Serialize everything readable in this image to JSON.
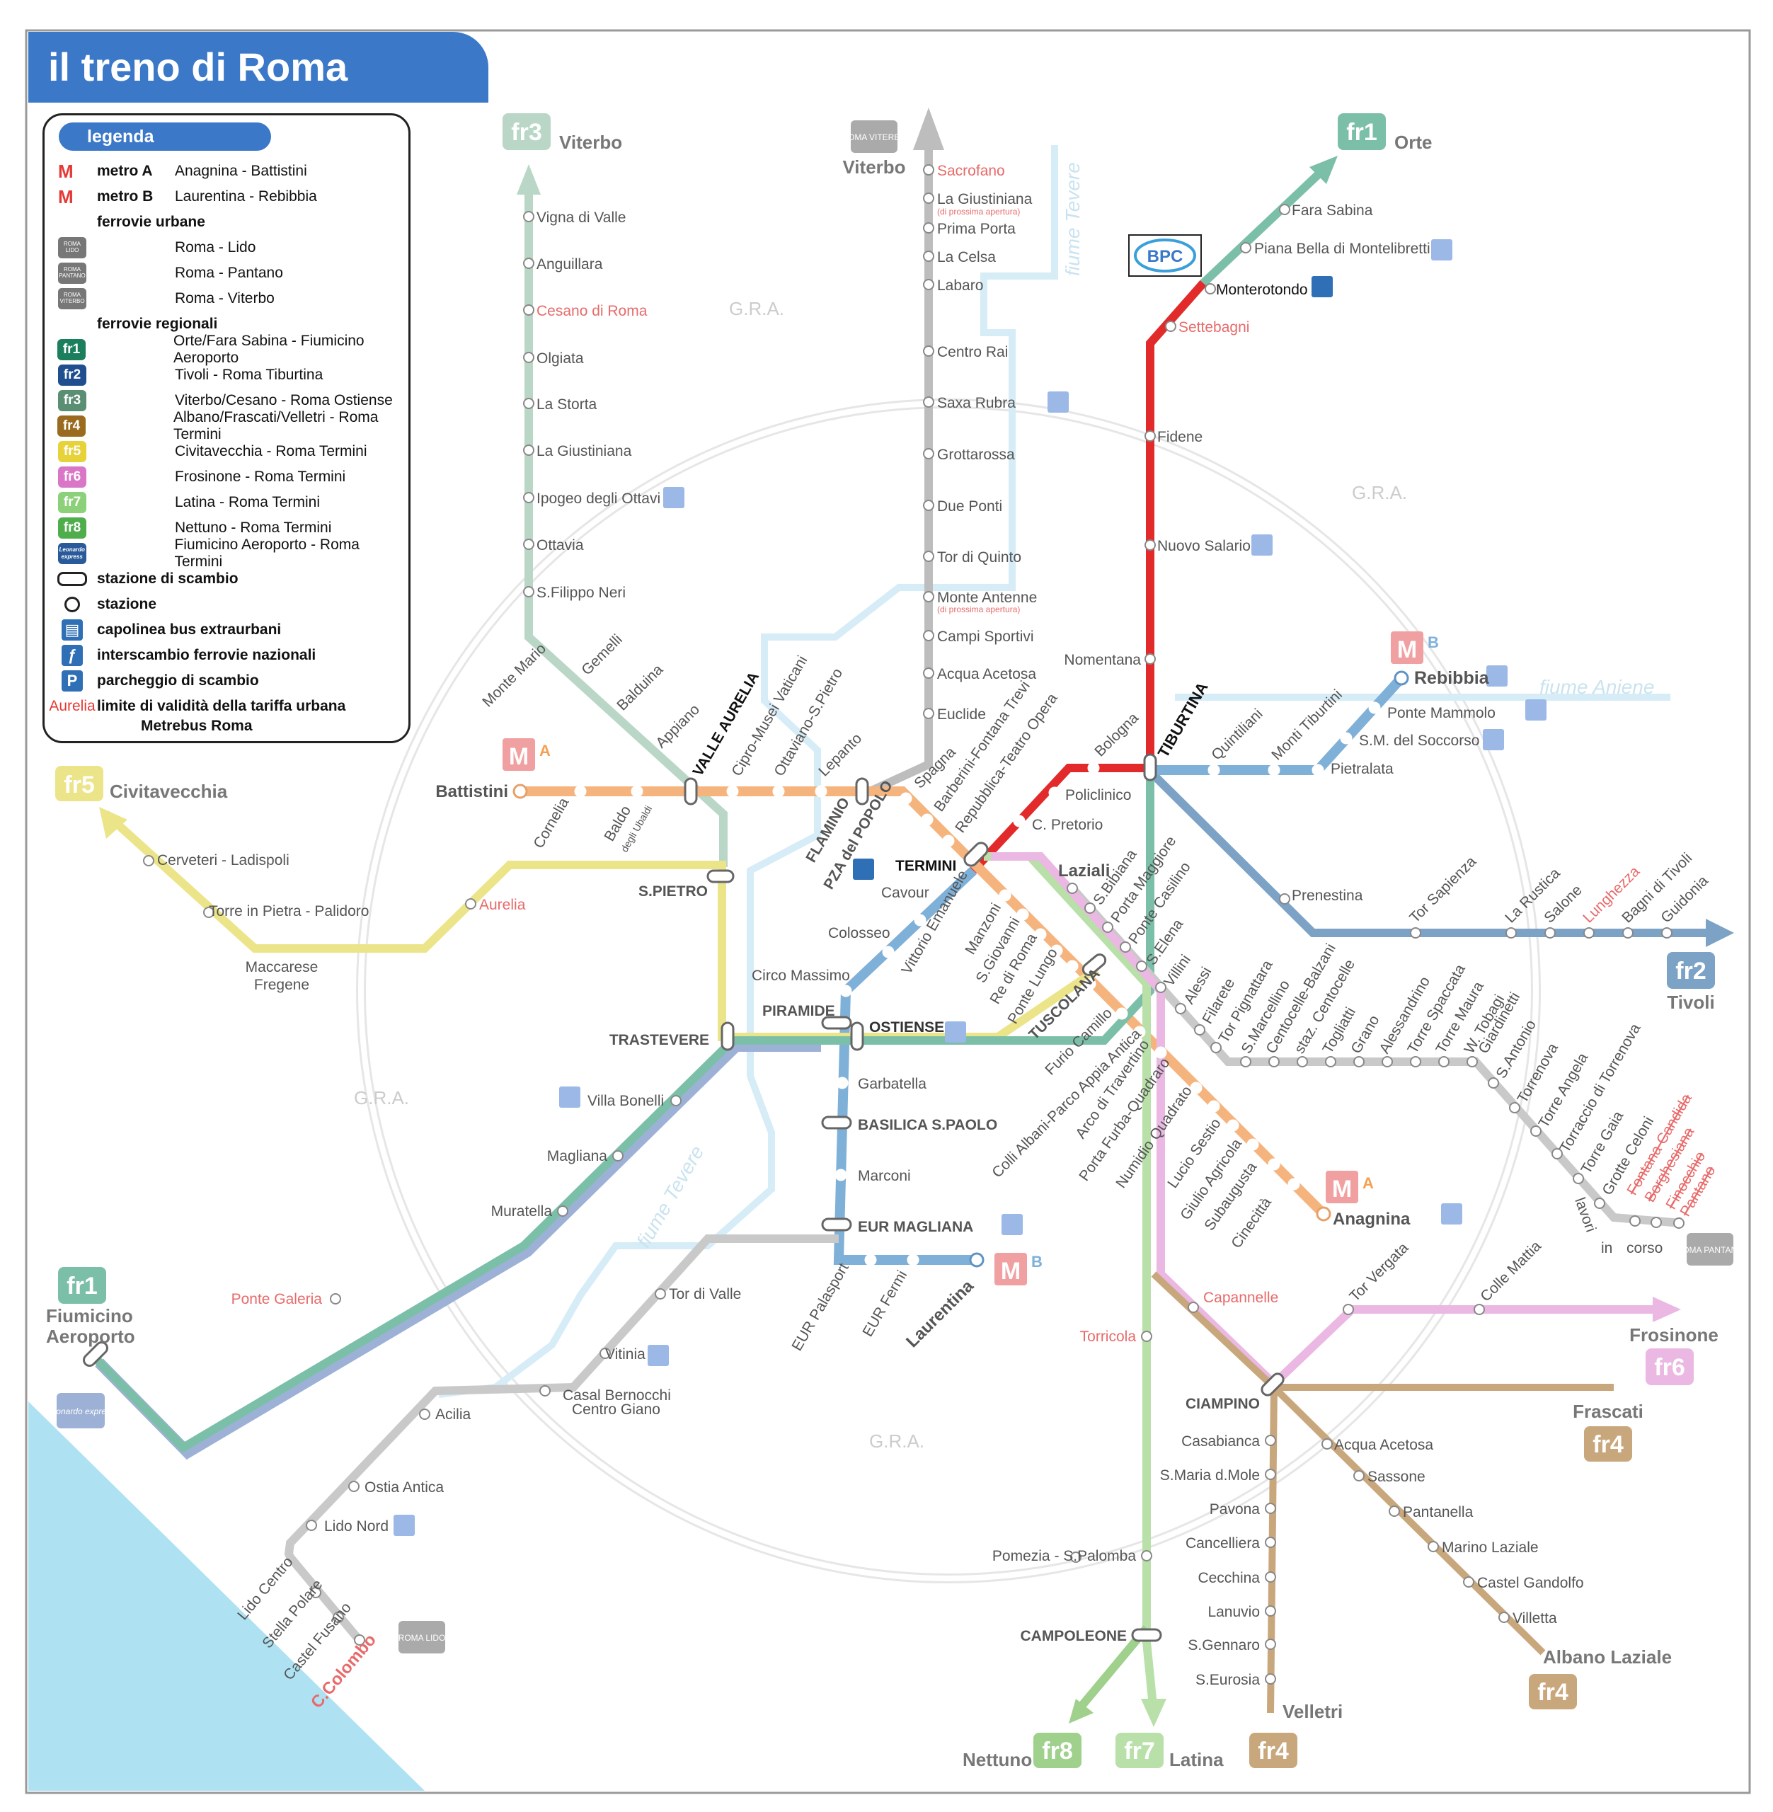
{
  "title": "il treno di Roma",
  "legend": {
    "heading": "legenda",
    "metro_a_label": "metro A",
    "metro_a_route": "Anagnina - Battistini",
    "metro_b_label": "metro B",
    "metro_b_route": "Laurentina - Rebibbia",
    "urban_heading": "ferrovie urbane",
    "urban": [
      {
        "badge": "ROMA LIDO",
        "route": "Roma - Lido"
      },
      {
        "badge": "ROMA PANTANO",
        "route": "Roma - Pantano"
      },
      {
        "badge": "ROMA VITERBO",
        "route": "Roma - Viterbo"
      }
    ],
    "regional_heading": "ferrovie regionali",
    "regional": [
      {
        "badge": "fr1",
        "color": "#1b7f5e",
        "route": "Orte/Fara Sabina - Fiumicino Aeroporto"
      },
      {
        "badge": "fr2",
        "color": "#1f4f8f",
        "route": "Tivoli - Roma Tiburtina"
      },
      {
        "badge": "fr3",
        "color": "#5a8f74",
        "route": "Viterbo/Cesano - Roma Ostiense"
      },
      {
        "badge": "fr4",
        "color": "#9a6a1e",
        "route": "Albano/Frascati/Velletri - Roma Termini"
      },
      {
        "badge": "fr5",
        "color": "#e8d23a",
        "route": "Civitavecchia - Roma Termini"
      },
      {
        "badge": "fr6",
        "color": "#d977c6",
        "route": "Frosinone - Roma Termini"
      },
      {
        "badge": "fr7",
        "color": "#8cd17a",
        "route": "Latina - Roma Termini"
      },
      {
        "badge": "fr8",
        "color": "#4fae4b",
        "route": "Nettuno - Roma Termini"
      },
      {
        "badge": "Leonardo express",
        "color": "#2a5a9a",
        "route": "Fiumicino Aeroporto - Roma Termini"
      }
    ],
    "exchange": "stazione di scambio",
    "station": "stazione",
    "bus": "capolinea bus extraurbani",
    "national": "interscambio ferrovie nazionali",
    "parking": "parcheggio di scambio",
    "aurelia_word": "Aurelia",
    "tariff": "limite di validità della tariffa urbana",
    "tariff2": "Metrebus Roma"
  },
  "colors": {
    "metroA": "#f5b47e",
    "metroB": "#7fb0d8",
    "fr1": "#7cbfa9",
    "fr2": "#7ca2c6",
    "fr3": "#b9d6c7",
    "fr4": "#c9a77c",
    "fr5": "#ece488",
    "fr6": "#eab8e2",
    "fr7": "#b8e0a8",
    "fr8": "#9fd08c",
    "leonardo": "#9db1d6",
    "roma_lido": "#bdbdbd",
    "roma_pantano": "#bdbdbd",
    "roma_viterbo": "#bdbdbd",
    "fr1north": "#e32a2a",
    "gra": "#dddddd",
    "tevere": "#d6ecf6",
    "red_label": "#e86a6a",
    "park": "#5b8fd0"
  },
  "terminals": {
    "fr3": "fr3",
    "fr3_city": "Viterbo",
    "rv_city": "Viterbo",
    "rv_badge": "ROMA VITERBO",
    "fr1": "fr1",
    "fr1_city": "Orte",
    "fr5": "fr5",
    "fr5_city": "Civitavecchia",
    "fr2": "fr2",
    "fr2_city": "Tivoli",
    "fr1b": "fr1",
    "fr1b_city1": "Fiumicino",
    "fr1b_city2": "Aeroporto",
    "fr6": "fr6",
    "fr6_city": "Frosinone",
    "fr4a": "fr4",
    "fr4a_city": "Frascati",
    "fr4b": "fr4",
    "fr4b_city": "Albano Laziale",
    "fr4c": "fr4",
    "fr4c_city": "Velletri",
    "fr8": "fr8",
    "fr8_city": "Nettuno",
    "fr7": "fr7",
    "fr7_city": "Latina",
    "lido_badge": "ROMA LIDO",
    "pantano_badge": "ROMA PANTANO",
    "leonardo_badge": "Leonardo express",
    "bpc": "BPC"
  },
  "gra_labels": [
    "G.R.A.",
    "G.R.A.",
    "G.R.A.",
    "G.R.A."
  ],
  "river_labels": [
    "fiume Tevere",
    "fiume Aniene",
    "fiume Tevere"
  ],
  "lavori": [
    "lavori",
    "in",
    "corso"
  ],
  "stations": {
    "fr3": [
      "Vigna di Valle",
      "Anguillara",
      "Cesano di Roma",
      "Olgiata",
      "La Storta",
      "La Giustiniana",
      "Ipogeo degli Ottavi",
      "Ottavia",
      "S.Filippo Neri",
      "Monte Mario",
      "Gemelli",
      "Balduina",
      "Appiano"
    ],
    "viterbo": [
      "Sacrofano",
      "La Giustiniana",
      "(di prossima apertura)",
      "Prima Porta",
      "La Celsa",
      "Labaro",
      "Centro Rai",
      "Saxa Rubra",
      "Grottarossa",
      "Due Ponti",
      "Tor di Quinto",
      "Monte Antenne",
      "(di prossima apertura)",
      "Campi Sportivi",
      "Acqua Acetosa",
      "Euclide"
    ],
    "fr1north": [
      "Fara Sabina",
      "Piana Bella di Montelibretti",
      "Monterotondo",
      "Settebagni",
      "Fidene",
      "Nuovo Salario",
      "Nomentana"
    ],
    "metroB": [
      "Rebibbia",
      "Ponte Mammolo",
      "S.M. del Soccorso",
      "Pietralata",
      "Monti Tiburtini",
      "Quintiliani",
      "TIBURTINA",
      "Bologna",
      "Policlinico",
      "C. Pretorio",
      "TERMINI",
      "Cavour",
      "Colosseo",
      "Circo Massimo",
      "PIRAMIDE",
      "Garbatella",
      "BASILICA S.PAOLO",
      "Marconi",
      "EUR MAGLIANA",
      "EUR Palasport",
      "EUR Fermi",
      "Laurentina"
    ],
    "metroA": [
      "Battistini",
      "Cornelia",
      "Baldo",
      "degli Ubaldi",
      "VALLE AURELIA",
      "Cipro-Musei Vaticani",
      "Ottaviano-S.Pietro",
      "Lepanto",
      "FLAMINIO",
      "PZA del POPOLO",
      "Spagna",
      "Barberini-Fontana Trevi",
      "Repubblica-Teatro Opera",
      "Vittorio Emanuele",
      "Manzoni",
      "S.Giovanni",
      "Re di Roma",
      "Ponte Lungo",
      "Furio Camillo",
      "Colli Albani-Parco Appia Antica",
      "Arco di Travertino",
      "Porta Furba-Quadraro",
      "Numidio Quadrato",
      "Lucio Sestio",
      "Giulio Agricola",
      "Subaugusta",
      "Cinecittà",
      "Anagnina"
    ],
    "fr5": [
      "Cerveteri - Ladispoli",
      "Torre in Pietra - Palidoro",
      "Maccarese",
      "Fregene",
      "Aurelia",
      "S.PIETRO",
      "TRASTEVERE",
      "OSTIENSE",
      "TUSCOLANA"
    ],
    "fr2": [
      "Prenestina",
      "Tor Sapienza",
      "La Rustica",
      "Salone",
      "Lunghezza",
      "Bagni di Tivoli",
      "Guidonia"
    ],
    "fr1south": [
      "Villa Bonelli",
      "Magliana",
      "Muratella",
      "Ponte Galeria"
    ],
    "pantano": [
      "Laziali",
      "S.Bibiana",
      "Porta Maggiore",
      "Ponte Casilino",
      "S.Elena",
      "Villini",
      "Alessi",
      "Filarete",
      "Tor Pignattara",
      "S.Marcellino",
      "Centocelle-Balzani",
      "staz. Centocelle",
      "Togliatti",
      "Grano",
      "Alessandrino",
      "Torre Spaccata",
      "Torre Maura",
      "W. Tobagi",
      "Giardinetti",
      "S.Antonio",
      "Torrenova",
      "Torre Angela",
      "Torraccio di Torrenova",
      "Torre Gaia",
      "Grotte Celoni",
      "Fontana Candida",
      "Borghesiana",
      "Finocchio",
      "Pantano"
    ],
    "lido": [
      "Tor di Valle",
      "Vitinia",
      "Casal Bernocchi",
      "Centro Giano",
      "Acilia",
      "Ostia Antica",
      "Lido Nord",
      "Lido Centro",
      "Stella Polare",
      "Castel Fusano",
      "C.Colombo"
    ],
    "south": [
      "Capannelle",
      "Torricola",
      "Pomezia - S.Palomba",
      "CAMPOLEONE",
      "CIAMPINO",
      "Tor Vergata",
      "Colle Mattia",
      "Casabianca",
      "S.Maria d.Mole",
      "Pavona",
      "Cancelliera",
      "Cecchina",
      "Lanuvio",
      "S.Gennaro",
      "S.Eurosia",
      "Acqua Acetosa",
      "Sassone",
      "Pantanella",
      "Marino Laziale",
      "Castel Gandolfo",
      "Villetta"
    ]
  }
}
